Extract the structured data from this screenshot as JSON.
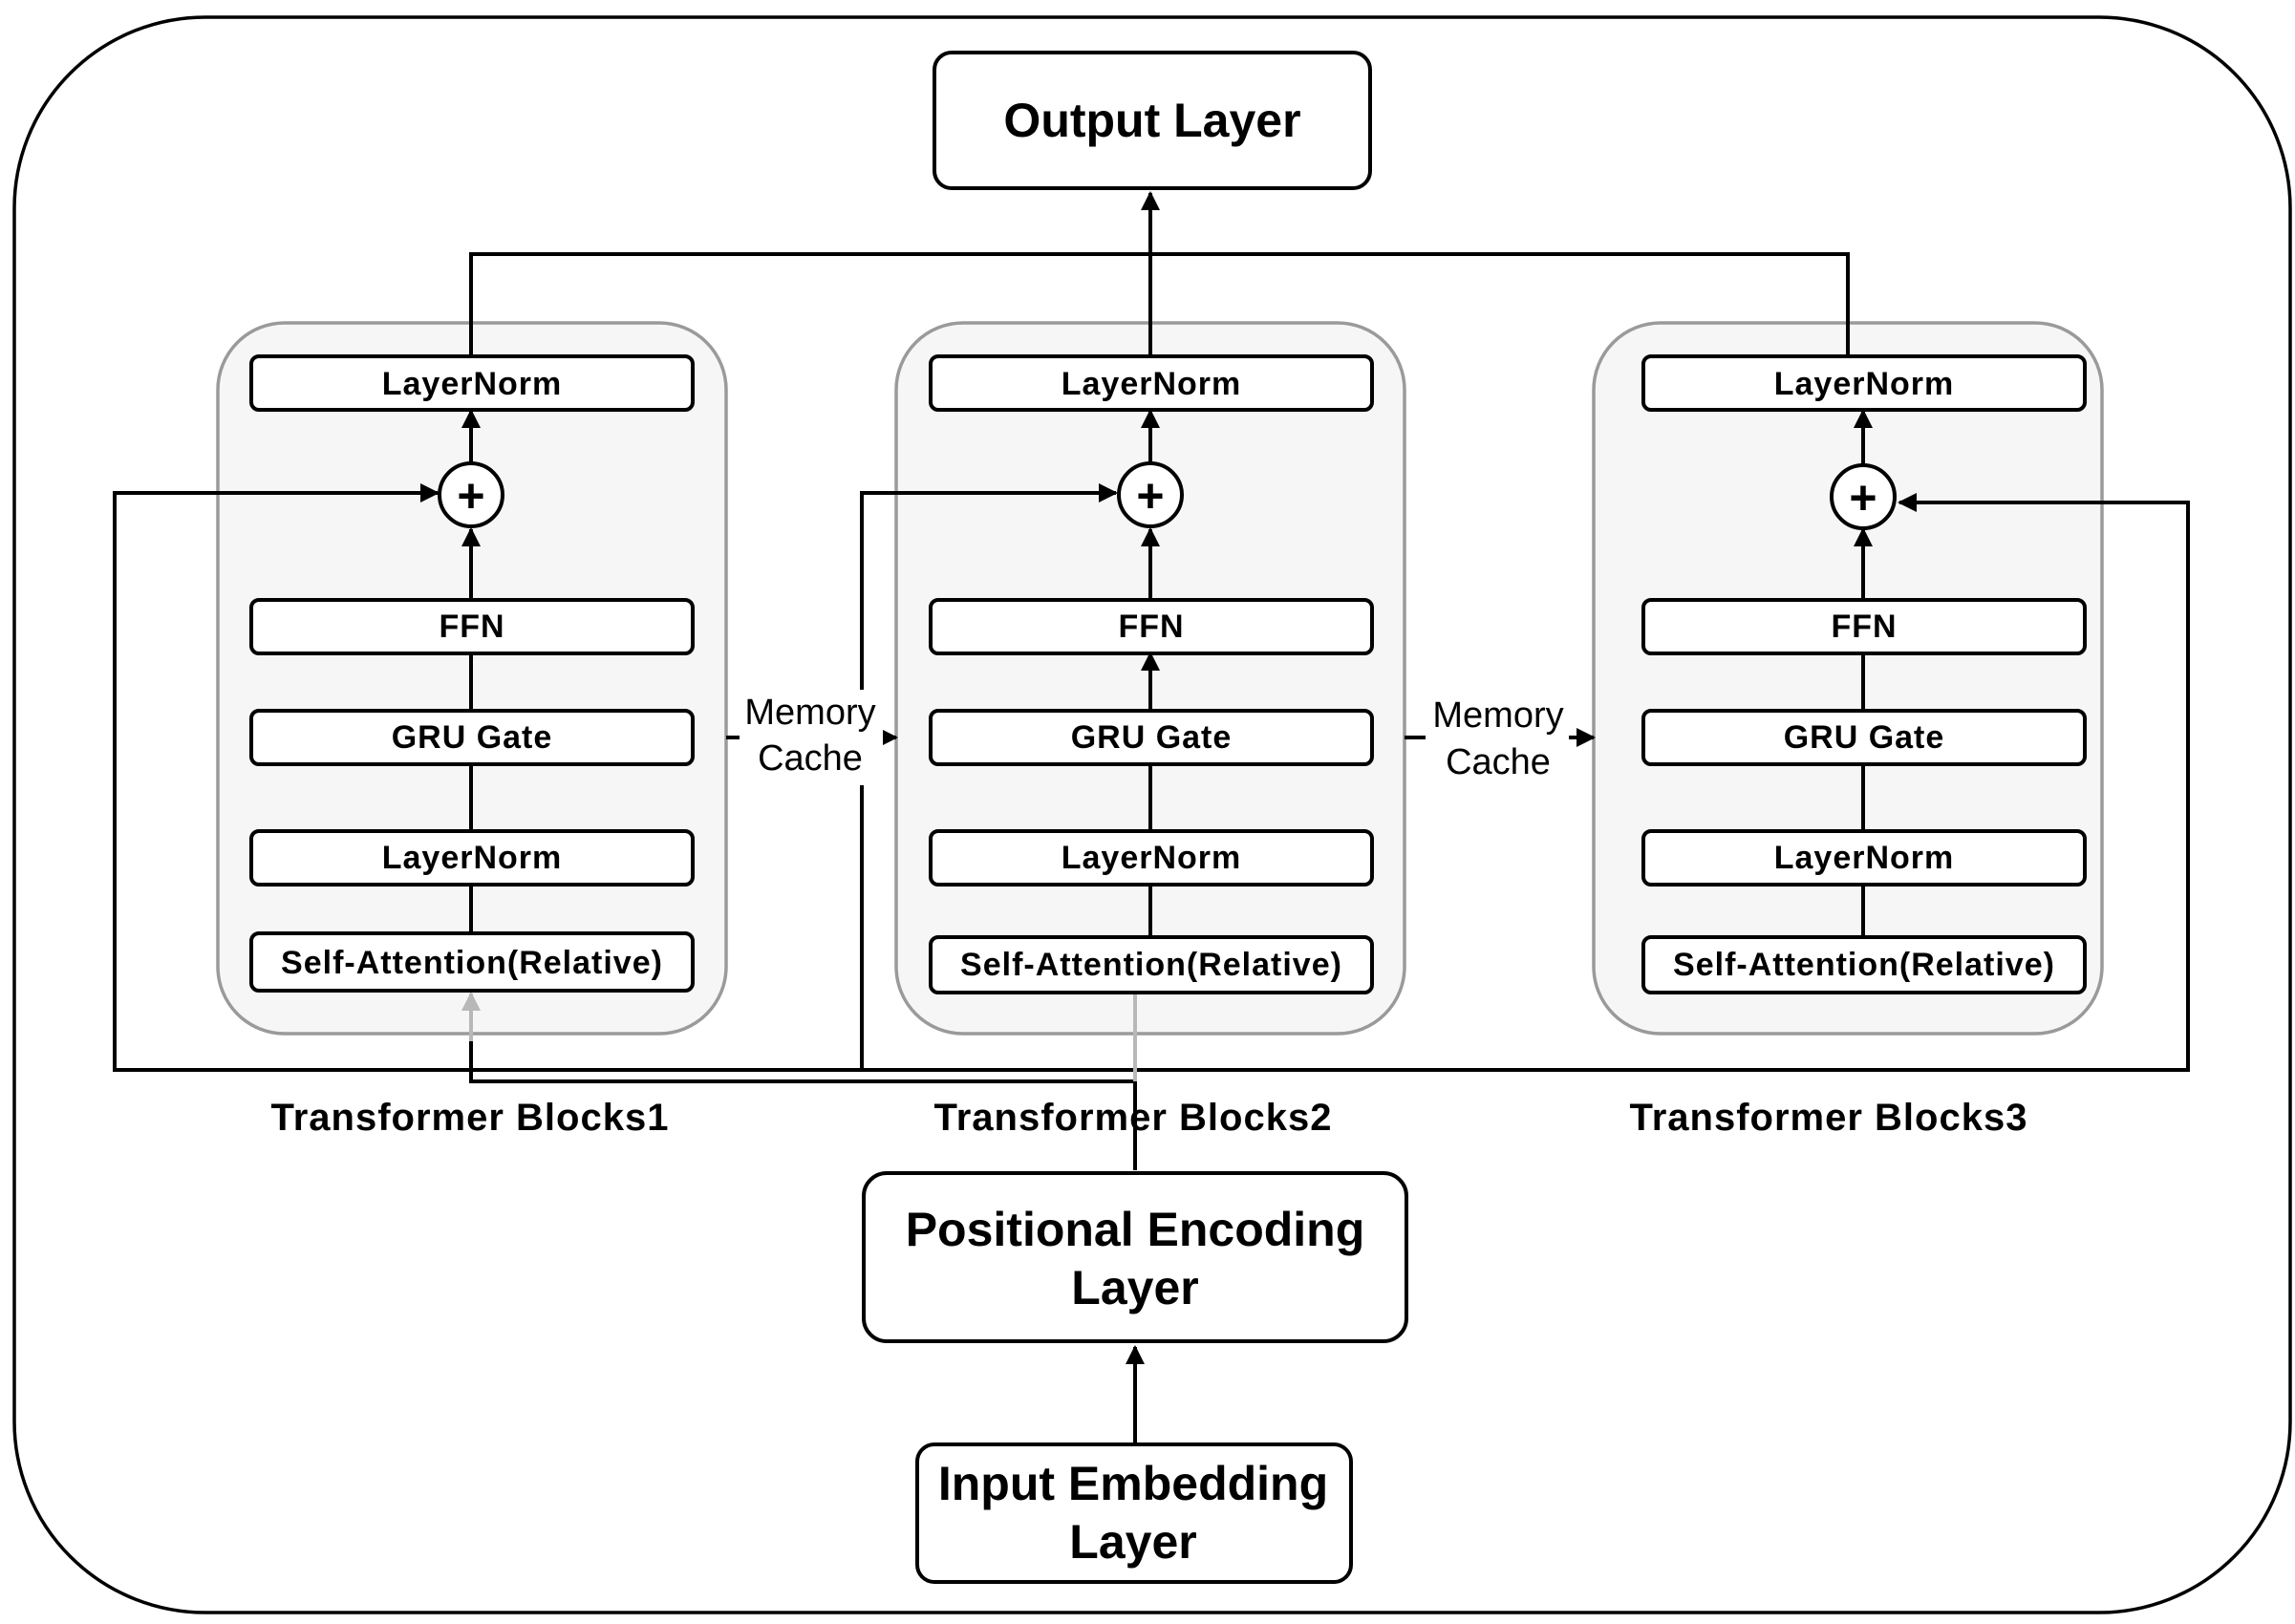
{
  "top": {
    "output_label": "Output Layer"
  },
  "bottom": {
    "positional_line1": "Positional Encoding",
    "positional_line2": "Layer",
    "input_line1": "Input Embedding",
    "input_line2": "Layer"
  },
  "blocks": [
    {
      "caption": "Transformer Blocks1",
      "layers": {
        "top_norm": "LayerNorm",
        "ffn": "FFN",
        "gru": "GRU Gate",
        "norm": "LayerNorm",
        "attention": "Self-Attention(Relative)"
      },
      "add_symbol": "+"
    },
    {
      "caption": "Transformer Blocks2",
      "layers": {
        "top_norm": "LayerNorm",
        "ffn": "FFN",
        "gru": "GRU Gate",
        "norm": "LayerNorm",
        "attention": "Self-Attention(Relative)"
      },
      "add_symbol": "+"
    },
    {
      "caption": "Transformer Blocks3",
      "layers": {
        "top_norm": "LayerNorm",
        "ffn": "FFN",
        "gru": "GRU Gate",
        "norm": "LayerNorm",
        "attention": "Self-Attention(Relative)"
      },
      "add_symbol": "+"
    }
  ],
  "memory_cache": [
    {
      "line1": "Memory",
      "line2": "Cache"
    },
    {
      "line1": "Memory",
      "line2": "Cache"
    }
  ]
}
